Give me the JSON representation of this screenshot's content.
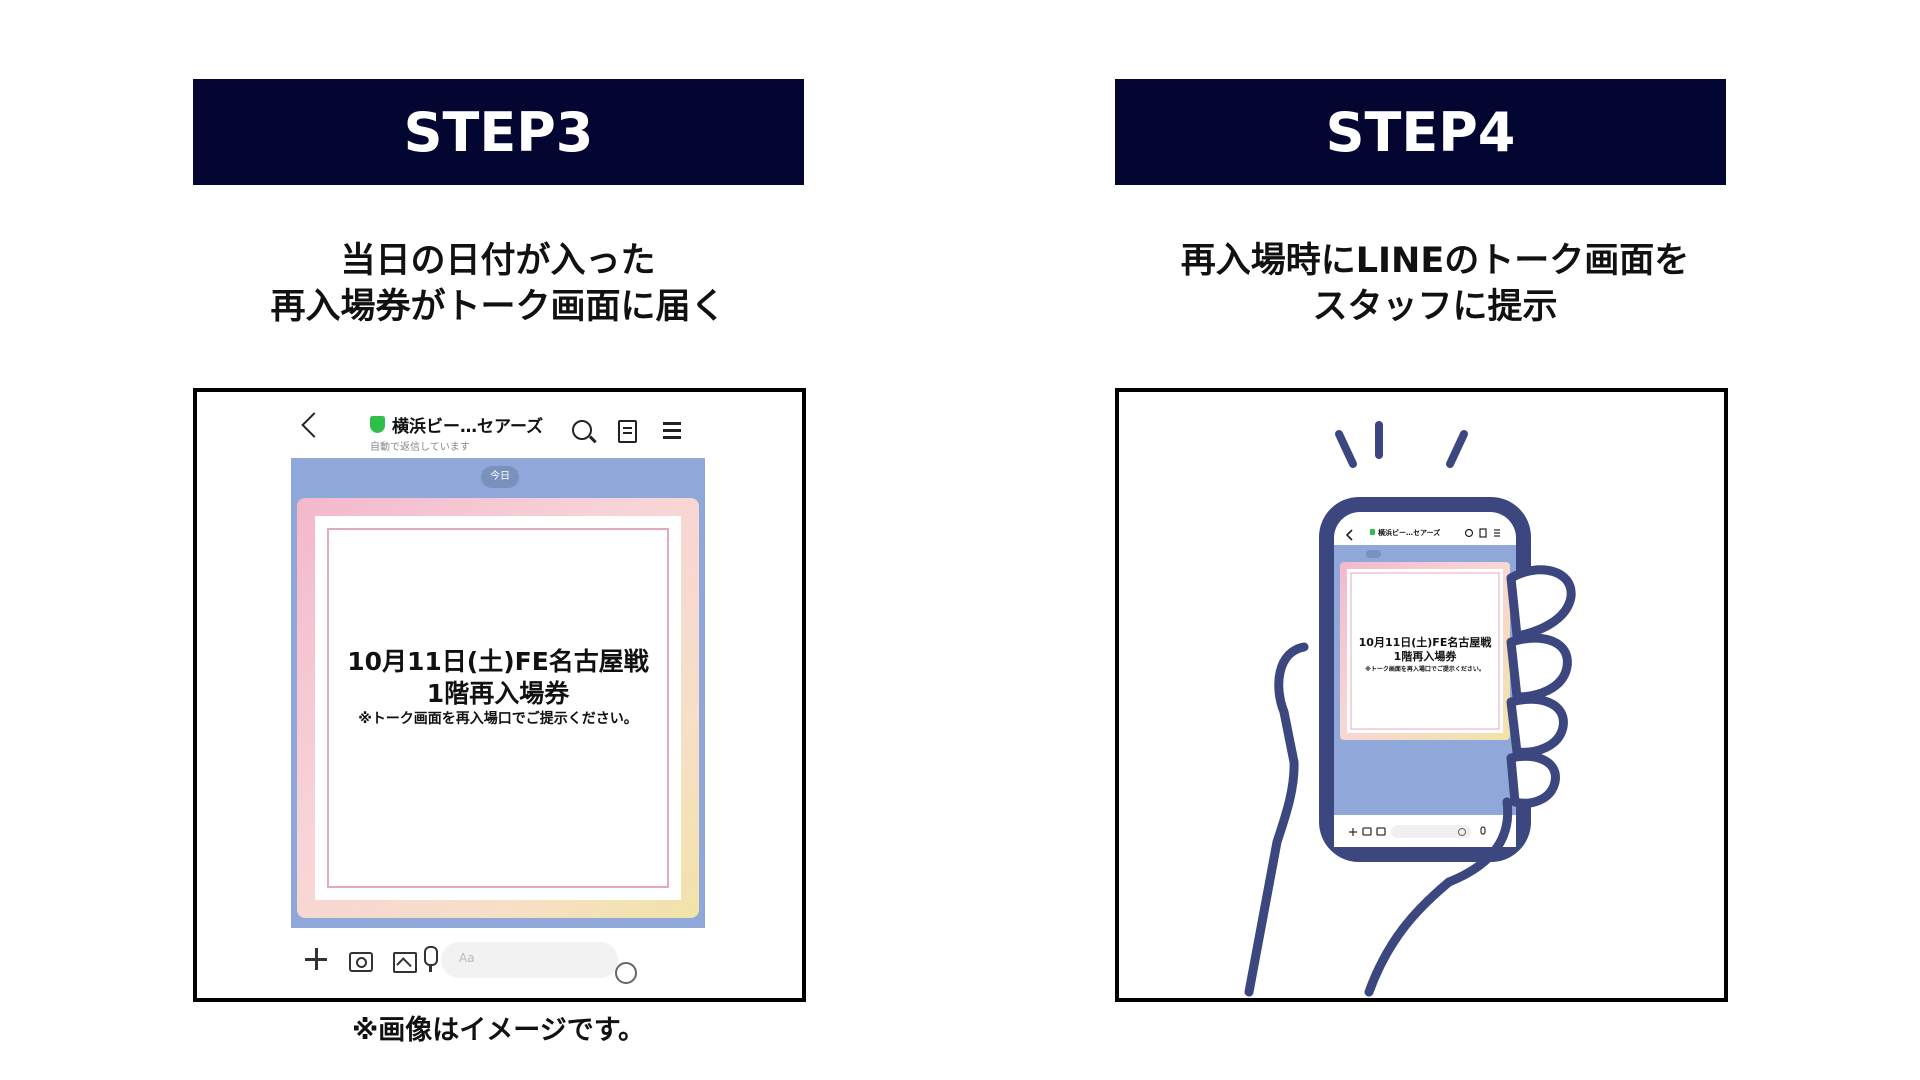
{
  "step3": {
    "banner": "STEP3",
    "desc_line1": "当日の日付が入った",
    "desc_line2": "再入場券がトーク画面に届く",
    "chat": {
      "account_name": "横浜ビー…セアーズ",
      "account_sub": "自動で返信しています",
      "date_chip": "今日",
      "ticket_line1": "10月11日(土)FE名古屋戦",
      "ticket_line2": "1階再入場券",
      "ticket_note": "※トーク画面を再入場口でご提示ください。",
      "input_placeholder": "Aa"
    },
    "footnote": "※画像はイメージです。"
  },
  "step4": {
    "banner": "STEP4",
    "desc_line1": "再入場時にLINEのトーク画面を",
    "desc_line2": "スタッフに提示",
    "phone": {
      "account_name": "横浜ビー…セアーズ",
      "ticket_line1": "10月11日(土)FE名古屋戦",
      "ticket_line2": "1階再入場券",
      "ticket_note": "※トーク画面を再入場口でご提示ください。"
    }
  },
  "colors": {
    "banner_bg": "#030631",
    "chat_bg": "#8fa8d9",
    "hand_stroke": "#3c467f",
    "shield": "#2fbe4a"
  }
}
